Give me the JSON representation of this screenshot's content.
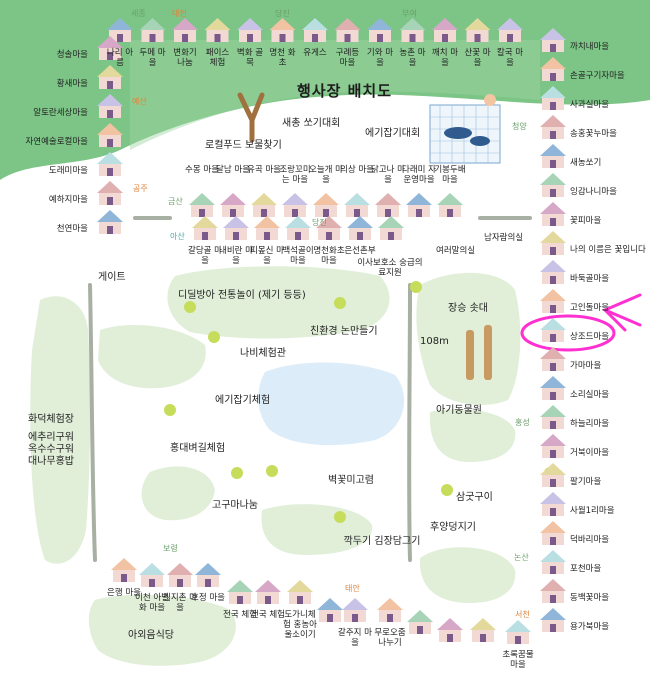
{
  "title": "행사장 배치도",
  "colors": {
    "top_band": "#7cc586",
    "lawn": "#e1efd9",
    "road": "#a7b0a2",
    "pond": "#dcecf8",
    "roof_colors": [
      "#8fb6d8",
      "#a7d3b7",
      "#d7a7c8",
      "#e3d99c",
      "#c8c3e6",
      "#f1c3a3",
      "#b9dfe3",
      "#e0b0b0"
    ],
    "house_wall": "#f2d9d3",
    "house_door": "#7a5a8a",
    "highlight": "#ff2fd1"
  },
  "regions": {
    "sejong": "세종",
    "daejeon": "대전",
    "dangjin": "당진",
    "yesan": "예산",
    "gongju": "공주",
    "geumsan": "금산",
    "asan": "아산",
    "dangjin2": "당진",
    "cheongyang": "청양",
    "hongseong": "홍성",
    "nonsan": "논산",
    "seocheon": "서천",
    "boryeong": "보령",
    "taean": "태안",
    "buyeo": "부여"
  },
  "top_row": [
    "나리 아름",
    "두메 마을",
    "변화기 나눔",
    "패이스 체험",
    "벽화 골목",
    "명천 화초",
    "유게스",
    "구례등 마을",
    "기와 마을",
    "농촌 마을",
    "깨치 마을",
    "산꽃 마을",
    "칼국 마을"
  ],
  "left_col": [
    "청솔마을",
    "황새마을",
    "알토란세상마을",
    "자연예술로컬마을",
    "도래미마을",
    "예하지마을",
    "천연마을"
  ],
  "right_col": [
    "까치내마을",
    "손골구기자마을",
    "사과실마을",
    "송홍꽃누마을",
    "새농쏘기",
    "잉감나니마을",
    "꽃피마을",
    "나의 이름은 꽃입니다",
    "바둑골마을",
    "고인돌마을",
    "상조드마을",
    "가마마을",
    "소리실마을",
    "하늘리마을",
    "거북이마을",
    "팔기마을",
    "사월1리마을",
    "덕바리마을",
    "포천마을",
    "동백꽃마을",
    "용가북마을"
  ],
  "mid_row1": [
    "수몽 마을",
    "달남 마을",
    "유곡 마을",
    "조랑꼬미는 마을",
    "오늘개 마을",
    "의상 마을",
    "닭고나 마을",
    "다래미 자운영마을",
    "기봉두배 마을"
  ],
  "mid_row2": [
    "갈당골 마을",
    "내비란 마을",
    "피뫂신 마을",
    "백석골이 마을",
    "명천화초 마을",
    "은선촌부",
    "여러말의실"
  ],
  "mid_row2_extra": "이사보호소 숭급의료지원",
  "bottom_row": [
    "은행 마을",
    "이천 아별화 마을",
    "필지촌 마을",
    "호정 마을",
    "전국 체험",
    "전국 체험",
    "도가니체험 홍농아울소이기",
    "갈주지 마을",
    "무로오줌 나누기",
    "초록꿈물 마을"
  ],
  "labels": {
    "slingshot": "새총 쏘기대회",
    "treasure": "로컬푸드 보물찾기",
    "fishing": "에기잡기대회",
    "lake_right": "남자람의실",
    "gate": "게이트",
    "folk_games": "디딜방아 전통놀이 (제기 등등)",
    "eco_crafts": "친환경 논만들기",
    "butterfly": "나비체험관",
    "fishing_exp": "에기잡기체험",
    "rice": "홍대벼길체험",
    "sweet_potato": "고구마나눔",
    "pottery": "벽꽃미고렴",
    "kimjang": "깍두기 김장담그기",
    "jangseung": "장승 솟대",
    "height": "108m",
    "kids_zoo": "아기동물원",
    "sweet_roast": "삼굿구이",
    "rice_field": "후양덩지기",
    "food_court": "아외음식당",
    "left_area_title": "화덕체험장",
    "left_area_text": "에추리구워 옥수수구워 대나무홍밥"
  }
}
